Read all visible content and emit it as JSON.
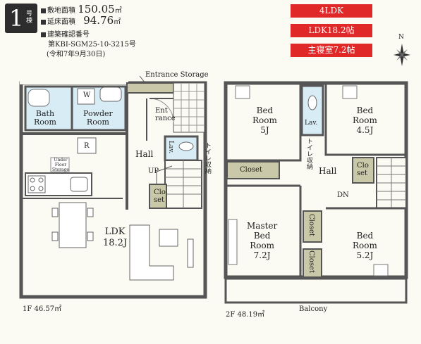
{
  "unit": {
    "number": "1",
    "label": "号棟"
  },
  "specs": {
    "site_area_label": "敷地面積",
    "site_area_value": "150.05",
    "floor_area_label": "延床面積",
    "floor_area_value": "94.76",
    "area_unit": "㎡",
    "cert_label": "建築確認番号",
    "cert_number": "第KBI-SGM25-10-3215号",
    "cert_date": "(令和7年9月30日)"
  },
  "badges": [
    "4LDK",
    "LDK18.2帖",
    "主寝室7.2帖"
  ],
  "compass": "N",
  "floor1": {
    "entrance_storage": "Entrance Storage",
    "bath": "Bath\nRoom",
    "powder": "Powder\nRoom",
    "washer": "W",
    "refrigerator": "R",
    "under_floor": "Under\nFloor\nStorage",
    "entrance": "Ent\nrance",
    "hall": "Hall",
    "lav": "Lav.",
    "toilet_storage": "トイレ収納",
    "up": "UP",
    "closet": "Clo\nset",
    "ldk": "LDK\n18.2J",
    "area": "1F 46.57㎡"
  },
  "floor2": {
    "bed1": "Bed\nRoom\n5J",
    "bed2": "Bed\nRoom\n4.5J",
    "lav": "Lav.",
    "toilet_storage": "トイレ収納",
    "closet_left": "Closet",
    "hall": "Hall",
    "closet_small": "Clo\nset",
    "dn": "DN",
    "master": "Master\nBed\nRoom\n7.2J",
    "closet_v1": "Closet",
    "closet_v2": "Closet",
    "bed3": "Bed\nRoom\n5.2J",
    "balcony": "Balcony",
    "area": "2F 48.19㎡"
  }
}
